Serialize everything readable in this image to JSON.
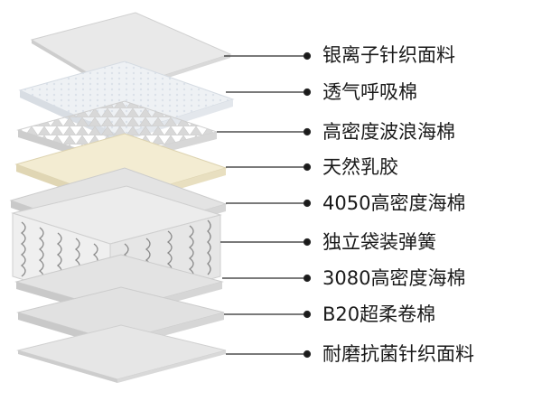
{
  "diagram": {
    "layers": [
      {
        "label": "银离子针织面料"
      },
      {
        "label": "透气呼吸棉"
      },
      {
        "label": "高密度波浪海棉"
      },
      {
        "label": "天然乳胶"
      },
      {
        "label": "4050高密度海棉"
      },
      {
        "label": "独立袋装弹簧"
      },
      {
        "label": "3080高密度海棉"
      },
      {
        "label": "B20超柔卷棉"
      },
      {
        "label": "耐磨抗菌针织面料"
      }
    ],
    "colors": {
      "fabric": "#e6e6e6",
      "fabric_side": "#cfcfcf",
      "breathable": "#eef1f4",
      "foam": "#dcdcdc",
      "latex": "#f3ecd2",
      "latex_side": "#e0d6b4",
      "spring": "#8a8a8a",
      "leader_line": "#2a2a2a"
    }
  }
}
